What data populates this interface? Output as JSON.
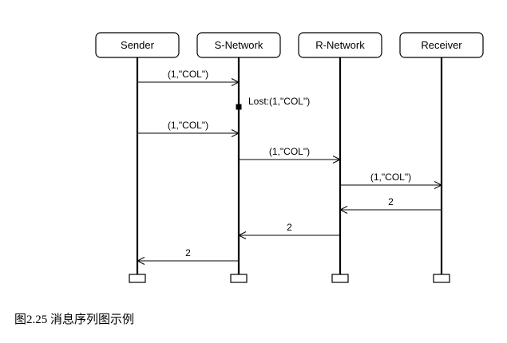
{
  "participants": [
    {
      "id": "sender",
      "name": "Sender"
    },
    {
      "id": "s-network",
      "name": "S-Network"
    },
    {
      "id": "r-network",
      "name": "R-Network"
    },
    {
      "id": "receiver",
      "name": "Receiver"
    }
  ],
  "messages": [
    {
      "from": 0,
      "to": 1,
      "label": "(1,\"COL\")"
    },
    {
      "lost": true,
      "at": 1,
      "label": "Lost:(1,\"COL\")"
    },
    {
      "from": 0,
      "to": 1,
      "label": "(1,\"COL\")"
    },
    {
      "from": 1,
      "to": 2,
      "label": "(1,\"COL\")"
    },
    {
      "from": 2,
      "to": 3,
      "label": "(1,\"COL\")"
    },
    {
      "from": 3,
      "to": 2,
      "label": "2"
    },
    {
      "from": 2,
      "to": 1,
      "label": "2"
    },
    {
      "from": 1,
      "to": 0,
      "label": "2"
    }
  ],
  "caption": {
    "figure": "图2.25",
    "text": "消息序列图示例"
  }
}
